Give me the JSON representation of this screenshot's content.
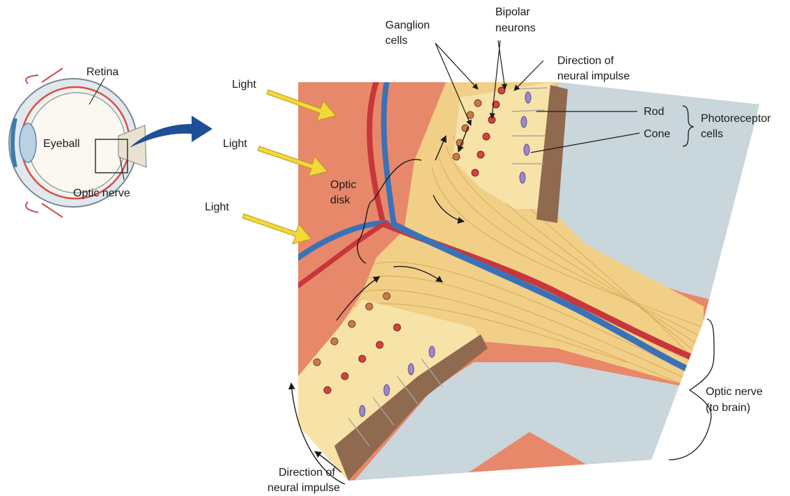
{
  "labels": {
    "retina": "Retina",
    "eyeball": "Eyeball",
    "optic_nerve_small": "Optic nerve",
    "light_1": "Light",
    "light_2": "Light",
    "light_3": "Light",
    "optic_disk_line1": "Optic",
    "optic_disk_line2": "disk",
    "ganglion_line1": "Ganglion",
    "ganglion_line2": "cells",
    "bipolar_line1": "Bipolar",
    "bipolar_line2": "neurons",
    "direction_top_line1": "Direction of",
    "direction_top_line2": "neural impulse",
    "rod": "Rod",
    "cone": "Cone",
    "photoreceptor_line1": "Photoreceptor",
    "photoreceptor_line2": "cells",
    "optic_nerve_line1": "Optic nerve",
    "optic_nerve_line2": "(to brain)",
    "direction_bottom_line1": "Direction of",
    "direction_bottom_line2": "neural impulse"
  },
  "colors": {
    "background_tissue": "#e8886a",
    "nerve_fibers": "#f1cf86",
    "nerve_sheath": "#c9d6dc",
    "artery": "#c8363b",
    "vein": "#3a72b8",
    "light_arrow": "#f2d83a",
    "pointer_arrow": "#1f4f97",
    "ganglion_cell": "#c77b4a",
    "bipolar_cell": "#d0453f",
    "cone_cell": "#9b8ac9",
    "pigment_layer": "#8f6a4f"
  }
}
